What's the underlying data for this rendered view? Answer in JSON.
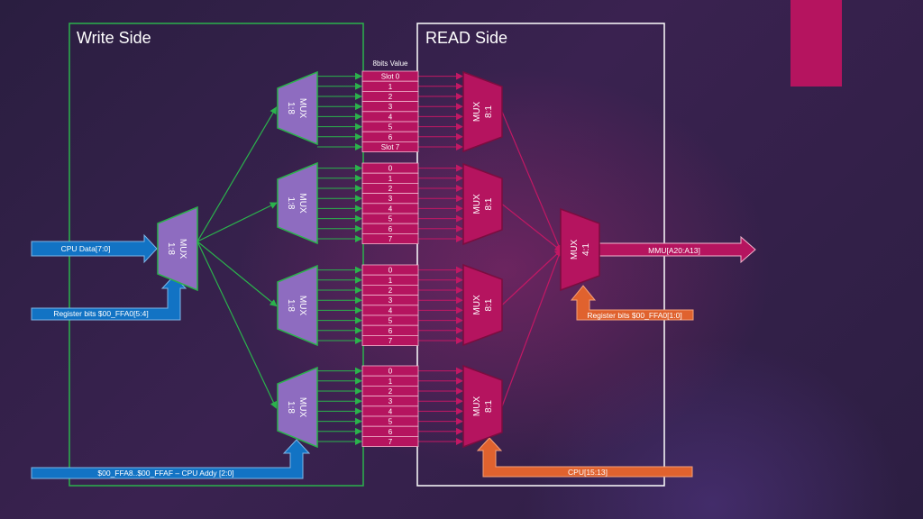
{
  "colors": {
    "write_border": "#2bb24c",
    "read_border": "#ffffff",
    "mux_write_fill": "#8e6cc0",
    "mux_write_stroke": "#2bb24c",
    "mux_read_fill": "#b5145f",
    "mux_read_stroke": "#7a0d3f",
    "slot_fill": "#b5145f",
    "slot_stroke": "#f3b6cf",
    "blue_arrow": "#1273c4",
    "orange_arrow": "#e0622e",
    "green_line": "#2bb24c",
    "pink_line": "#c21864",
    "accent": "#b5145f"
  },
  "sections": {
    "write_title": "Write Side",
    "read_title": "READ Side"
  },
  "header": {
    "slot_value_label": "8bits Value"
  },
  "mux_labels": {
    "demux": [
      "MUX",
      "1:8"
    ],
    "read": [
      "MUX",
      "8:1"
    ],
    "final": [
      "MUX",
      "4:1"
    ]
  },
  "slot_banks": [
    [
      "Slot 0",
      "1",
      "2",
      "3",
      "4",
      "5",
      "6",
      "Slot 7"
    ],
    [
      "0",
      "1",
      "2",
      "3",
      "4",
      "5",
      "6",
      "7"
    ],
    [
      "0",
      "1",
      "2",
      "3",
      "4",
      "5",
      "6",
      "7"
    ],
    [
      "0",
      "1",
      "2",
      "3",
      "4",
      "5",
      "6",
      "7"
    ]
  ],
  "signals": {
    "cpu_data": "CPU Data[7:0]",
    "register_write": "Register bits $00_FFA0[5:4]",
    "cpu_addy": "$00_FFA8..$00_FFAF – CPU Addy [2:0]",
    "mmu_out": "MMU[A20:A13]",
    "register_read": "Register bits $00_FFA0[1:0]",
    "cpu_read": "CPU[15:13]"
  }
}
